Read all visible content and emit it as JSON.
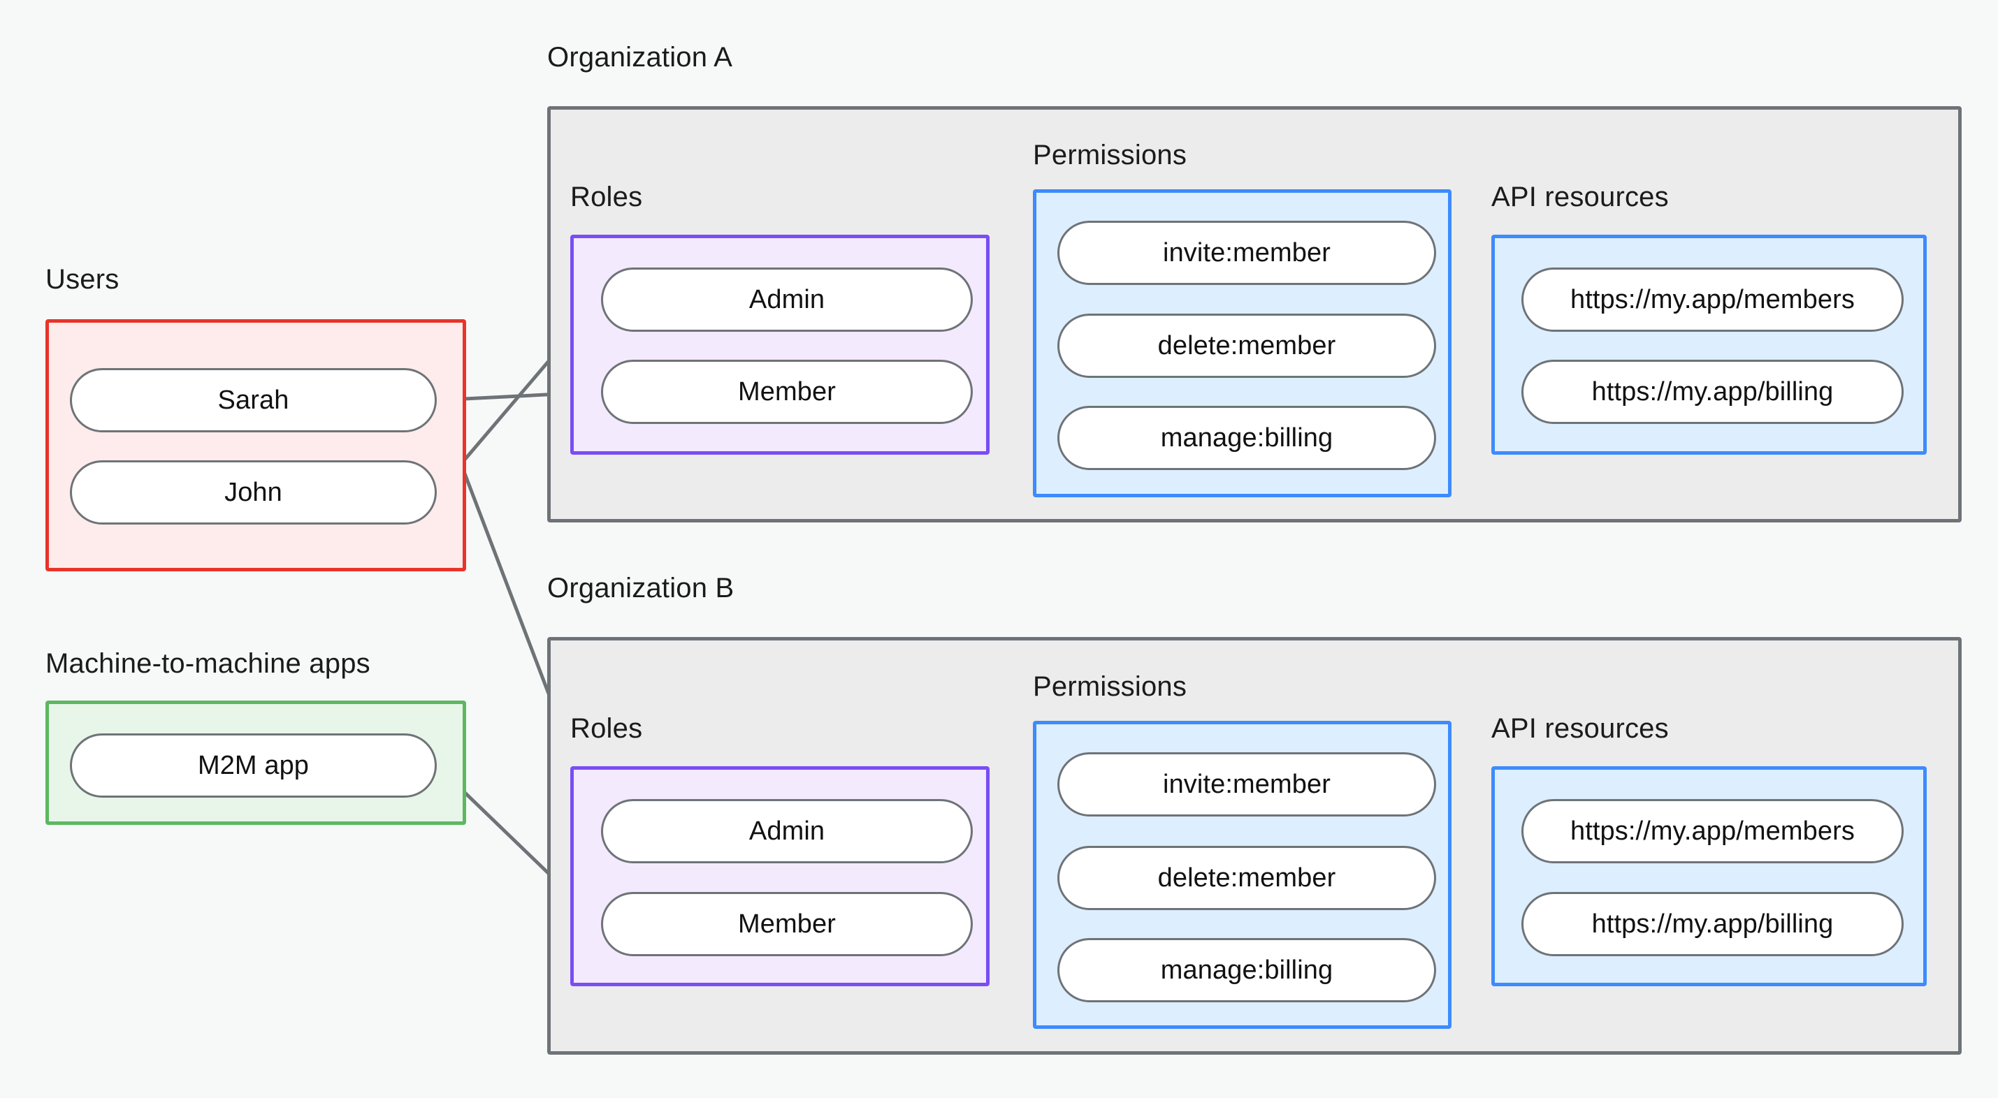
{
  "palette": {
    "canvas": "#f7f9f8",
    "org_fill": "#ececec",
    "org_stroke": "#6e7377",
    "users_fill": "#fdeceb",
    "users_stroke": "#e8342a",
    "m2m_fill": "#e8f6ea",
    "m2m_stroke": "#5cb860",
    "roles_fill": "#f4eafd",
    "roles_stroke": "#7a4df5",
    "blue_fill": "#ddeeff",
    "blue_stroke": "#3d8bfd",
    "node_fill": "#ffffff",
    "node_stroke": "#6e7377",
    "text": "#111111"
  },
  "captions": {
    "users": "Users",
    "m2m": "Machine-to-machine apps",
    "org_a": "Organization A",
    "org_b": "Organization B",
    "roles_a": "Roles",
    "permissions_a": "Permissions",
    "api_a": "API resources",
    "roles_b": "Roles",
    "permissions_b": "Permissions",
    "api_b": "API resources"
  },
  "identities": {
    "users": [
      {
        "label": "Sarah"
      },
      {
        "label": "John"
      }
    ],
    "m2m_apps": [
      {
        "label": "M2M app"
      }
    ]
  },
  "organizations": [
    {
      "name": "Organization A",
      "roles": [
        {
          "label": "Admin"
        },
        {
          "label": "Member"
        }
      ],
      "permissions": [
        {
          "label": "invite:member"
        },
        {
          "label": "delete:member"
        },
        {
          "label": "manage:billing"
        }
      ],
      "api_resources": [
        {
          "label": "https://my.app/members"
        },
        {
          "label": "https://my.app/billing"
        }
      ]
    },
    {
      "name": "Organization B",
      "roles": [
        {
          "label": "Admin"
        },
        {
          "label": "Member"
        }
      ],
      "permissions": [
        {
          "label": "invite:member"
        },
        {
          "label": "delete:member"
        },
        {
          "label": "manage:billing"
        }
      ],
      "api_resources": [
        {
          "label": "https://my.app/members"
        },
        {
          "label": "https://my.app/billing"
        }
      ]
    }
  ],
  "edges": [
    {
      "from": "Sarah",
      "to": "Organization A / Member"
    },
    {
      "from": "Sarah",
      "to": "Organization B / Admin"
    },
    {
      "from": "John",
      "to": "Organization A / Admin"
    },
    {
      "from": "M2M app",
      "to": "Organization B / Member"
    },
    {
      "from": "Organization A / Admin",
      "to": "Organization A / invite:member"
    },
    {
      "from": "Organization A / Admin",
      "to": "Organization A / delete:member"
    },
    {
      "from": "Organization A / Member",
      "to": "Organization A / manage:billing"
    },
    {
      "from": "Organization A / invite:member",
      "to": "Organization A / https://my.app/members"
    },
    {
      "from": "Organization A / delete:member",
      "to": "Organization A / https://my.app/members"
    },
    {
      "from": "Organization A / manage:billing",
      "to": "Organization A / https://my.app/billing"
    },
    {
      "from": "Organization B / Admin",
      "to": "Organization B / invite:member"
    },
    {
      "from": "Organization B / Admin",
      "to": "Organization B / delete:member"
    },
    {
      "from": "Organization B / Member",
      "to": "Organization B / manage:billing"
    },
    {
      "from": "Organization B / invite:member",
      "to": "Organization B / https://my.app/members"
    },
    {
      "from": "Organization B / delete:member",
      "to": "Organization B / https://my.app/members"
    },
    {
      "from": "Organization B / manage:billing",
      "to": "Organization B / https://my.app/billing"
    }
  ]
}
